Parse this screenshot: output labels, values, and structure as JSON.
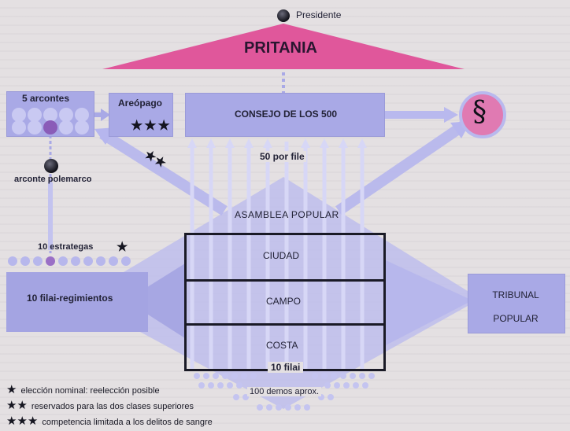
{
  "presidente": "Presidente",
  "pritania": "PRITANIA",
  "arcontes": "5 arcontes",
  "areopago": "Areópago",
  "areopago_stars": "★★★",
  "consejo": "CONSEJO DE LOS 500",
  "por_file": "50 por file",
  "nomos_symbol": "§",
  "polemarco": "arconte polemarco",
  "stars_two": "★★",
  "estrategas": "10  estrategas",
  "estrategas_star": "★",
  "filai_regimientos": "10 filai-regimientos",
  "asamblea": "ASAMBLEA POPULAR",
  "ciudad": "CIUDAD",
  "campo": "CAMPO",
  "costa": "COSTA",
  "filai": "10 filai",
  "demos": "100 demos aprox.",
  "tribunal": "TRIBUNAL\nPOPULAR",
  "legend": [
    {
      "stars": "★",
      "text": "elección nominal: reelección posible"
    },
    {
      "stars": "★★",
      "text": "reservados para las dos clases superiores"
    },
    {
      "stars": "★★★",
      "text": "competencia limitada a los delitos de sangre"
    }
  ],
  "colors": {
    "pink": "#e0579b",
    "lavender": "#a9a9e6",
    "light_lavender": "#c7c7f0",
    "dark": "#1a1a26",
    "background": "#e4e0e2"
  }
}
